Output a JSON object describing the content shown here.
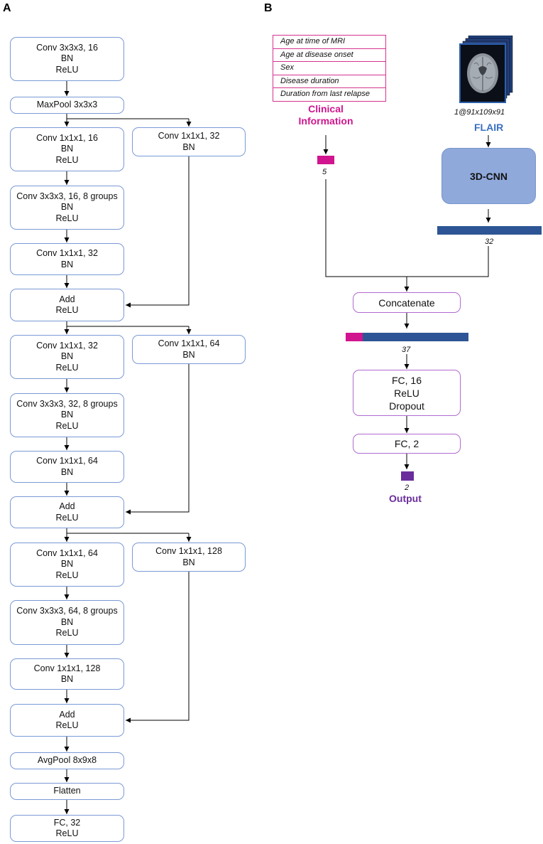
{
  "panels": {
    "a": "A",
    "b": "B"
  },
  "panel_a": {
    "maxpool": "MaxPool 3x3x3",
    "conv_initial": [
      "Conv 3x3x3, 16",
      "BN",
      "ReLU"
    ],
    "blocks": [
      {
        "conv1": [
          "Conv 1x1x1, 16",
          "BN",
          "ReLU"
        ],
        "conv2": [
          "Conv 3x3x3, 16, 8 groups",
          "BN",
          "ReLU"
        ],
        "conv3": [
          "Conv 1x1x1, 32",
          "BN"
        ],
        "shortcut": [
          "Conv 1x1x1, 32",
          "BN"
        ],
        "add": [
          "Add",
          "ReLU"
        ]
      },
      {
        "conv1": [
          "Conv 1x1x1, 32",
          "BN",
          "ReLU"
        ],
        "conv2": [
          "Conv 3x3x3, 32, 8 groups",
          "BN",
          "ReLU"
        ],
        "conv3": [
          "Conv 1x1x1, 64",
          "BN"
        ],
        "shortcut": [
          "Conv 1x1x1, 64",
          "BN"
        ],
        "add": [
          "Add",
          "ReLU"
        ]
      },
      {
        "conv1": [
          "Conv 1x1x1, 64",
          "BN",
          "ReLU"
        ],
        "conv2": [
          "Conv 3x3x3, 64, 8 groups",
          "BN",
          "ReLU"
        ],
        "conv3": [
          "Conv 1x1x1, 128",
          "BN"
        ],
        "shortcut": [
          "Conv 1x1x1, 128",
          "BN"
        ],
        "add": [
          "Add",
          "ReLU"
        ]
      }
    ],
    "avgpool": "AvgPool 8x9x8",
    "flatten": "Flatten",
    "fc": [
      "FC, 32",
      "ReLU"
    ]
  },
  "panel_b": {
    "clinical_items": [
      "Age at time of MRI",
      "Age at disease onset",
      "Sex",
      "Disease duration",
      "Duration from last relapse"
    ],
    "clinical_title": [
      "Clinical",
      "Information"
    ],
    "clinical_size": "5",
    "image_dims": "1@91x109x91",
    "flair_label": "FLAIR",
    "cnn_label": "3D-CNN",
    "cnn_size": "32",
    "concatenate": "Concatenate",
    "concat_size": "37",
    "fc1": [
      "FC, 16",
      "ReLU",
      "Dropout"
    ],
    "fc2": "FC, 2",
    "output_size": "2",
    "output_label": "Output"
  },
  "colors": {
    "clinical": "#d0158e",
    "imaging": "#2d5595",
    "output": "#6a2d9b",
    "box_border_a": "#7a9ad6",
    "box_border_b": "#b06ad0"
  }
}
